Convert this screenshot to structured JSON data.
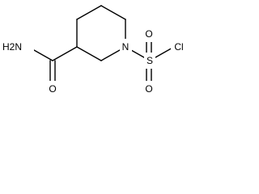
{
  "molecule": {
    "atoms": {
      "amine": "H2N",
      "carbonyl_oxygen": "O",
      "ring_nitrogen": "N",
      "sulfur": "S",
      "sulfonyl_oxygen_top": "O",
      "sulfonyl_oxygen_bottom": "O",
      "chlorine": "Cl"
    }
  }
}
